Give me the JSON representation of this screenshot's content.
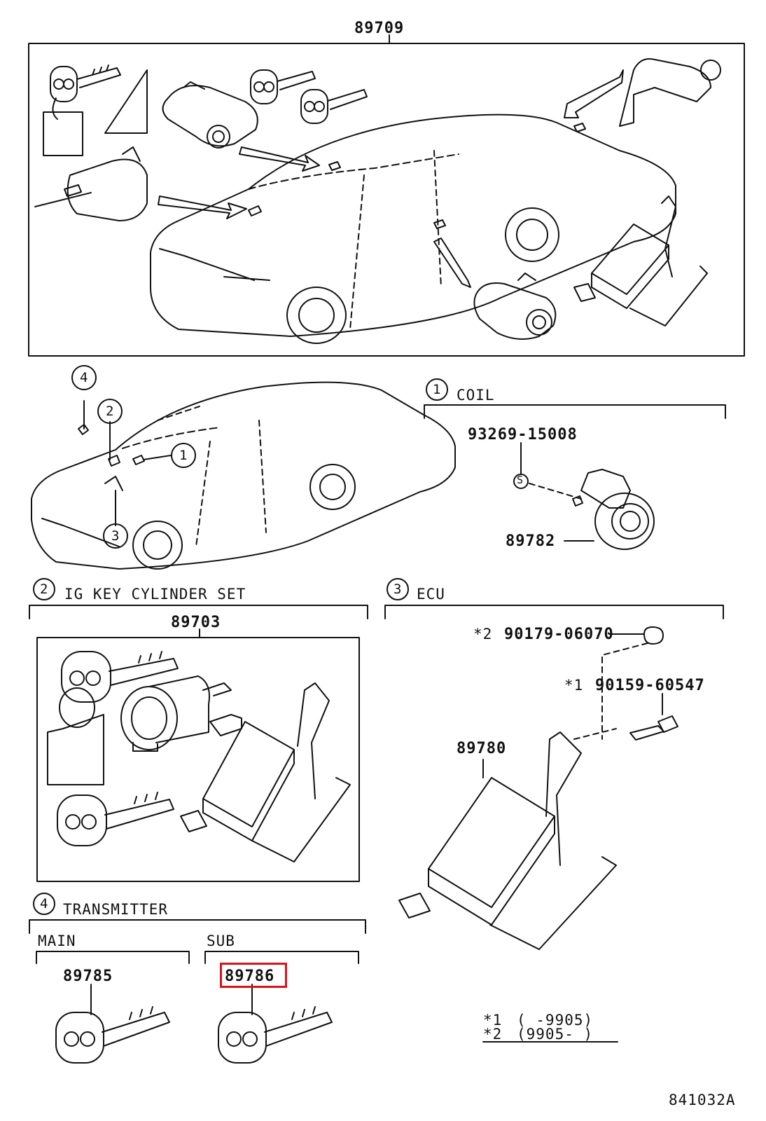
{
  "main_assembly": {
    "part_no": "89709"
  },
  "callouts": [
    "1",
    "2",
    "3",
    "4"
  ],
  "sections": {
    "coil": {
      "num": "1",
      "title": "COIL",
      "parts": [
        "93269-15008",
        "89782"
      ],
      "s_mark": "S"
    },
    "ig_key_cylinder_set": {
      "num": "2",
      "title": "IG KEY CYLINDER SET",
      "part_no": "89703"
    },
    "ecu": {
      "num": "3",
      "title": "ECU",
      "parts": [
        {
          "mark": "*2",
          "no": "90179-06070"
        },
        {
          "mark": "*1",
          "no": "90159-60547"
        },
        {
          "mark": "",
          "no": "89780"
        }
      ]
    },
    "transmitter": {
      "num": "4",
      "title": "TRANSMITTER",
      "main": {
        "label": "MAIN",
        "part_no": "89785"
      },
      "sub": {
        "label": "SUB",
        "part_no": "89786"
      }
    }
  },
  "footnotes": [
    {
      "mark": "*1",
      "range": "( -9905)"
    },
    {
      "mark": "*2",
      "range": "(9905- )"
    }
  ],
  "illustration_code": "841032A",
  "highlight_color": "#e0101a"
}
